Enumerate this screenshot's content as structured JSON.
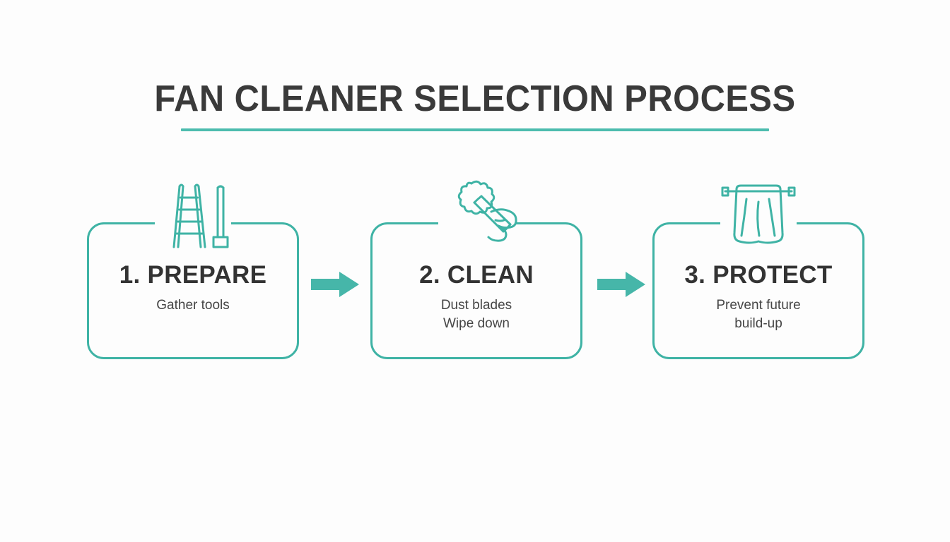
{
  "header": {
    "title": "FAN CLEANER SELECTION PROCESS",
    "underline_color": "#4cbcae"
  },
  "theme": {
    "background": "#fdfdfd",
    "accent_teal": "#3fb3a5",
    "arrow_teal": "#46b6a9",
    "title_text": "#3a3a3a",
    "step_text": "#333333",
    "subtitle_text": "#454545"
  },
  "flow": {
    "steps": [
      {
        "title": "1. PREPARE",
        "subtitle_lines": [
          "Gather tools"
        ],
        "icon": "ladder-and-broom-icon"
      },
      {
        "title": "2. CLEAN",
        "subtitle_lines": [
          "Dust blades",
          "Wipe down"
        ],
        "icon": "hand-with-duster-icon"
      },
      {
        "title": "3. PROTECT",
        "subtitle_lines": [
          "Prevent future",
          "build-up"
        ],
        "icon": "cloth-on-rod-icon"
      }
    ],
    "connectors": [
      {
        "name": "arrow-right-1"
      },
      {
        "name": "arrow-right-2"
      }
    ]
  }
}
